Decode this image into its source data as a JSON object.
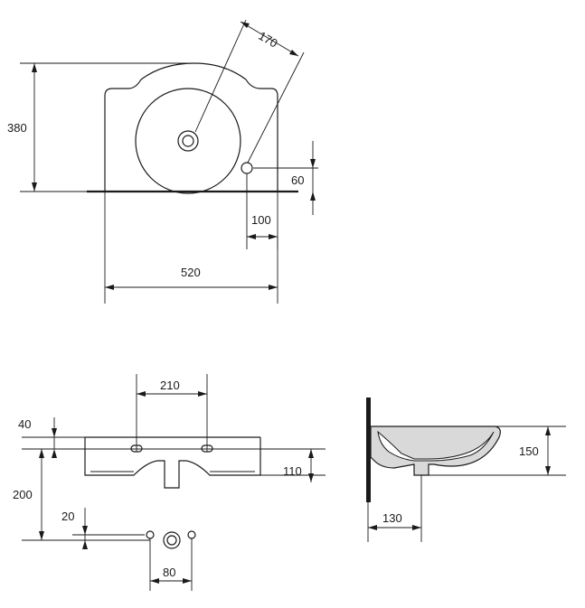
{
  "dimensions": {
    "top_view": {
      "height": "380",
      "hole_diameter": "170",
      "overflow_offset_v": "60",
      "overflow_offset_h": "100",
      "width": "520"
    },
    "front_view": {
      "mount_spacing": "210",
      "mount_height": "40",
      "total_height": "200",
      "drain_height": "110",
      "pipe_offset": "20",
      "pipe_spacing": "80"
    },
    "side_view": {
      "depth": "150",
      "wall_offset": "130"
    }
  }
}
